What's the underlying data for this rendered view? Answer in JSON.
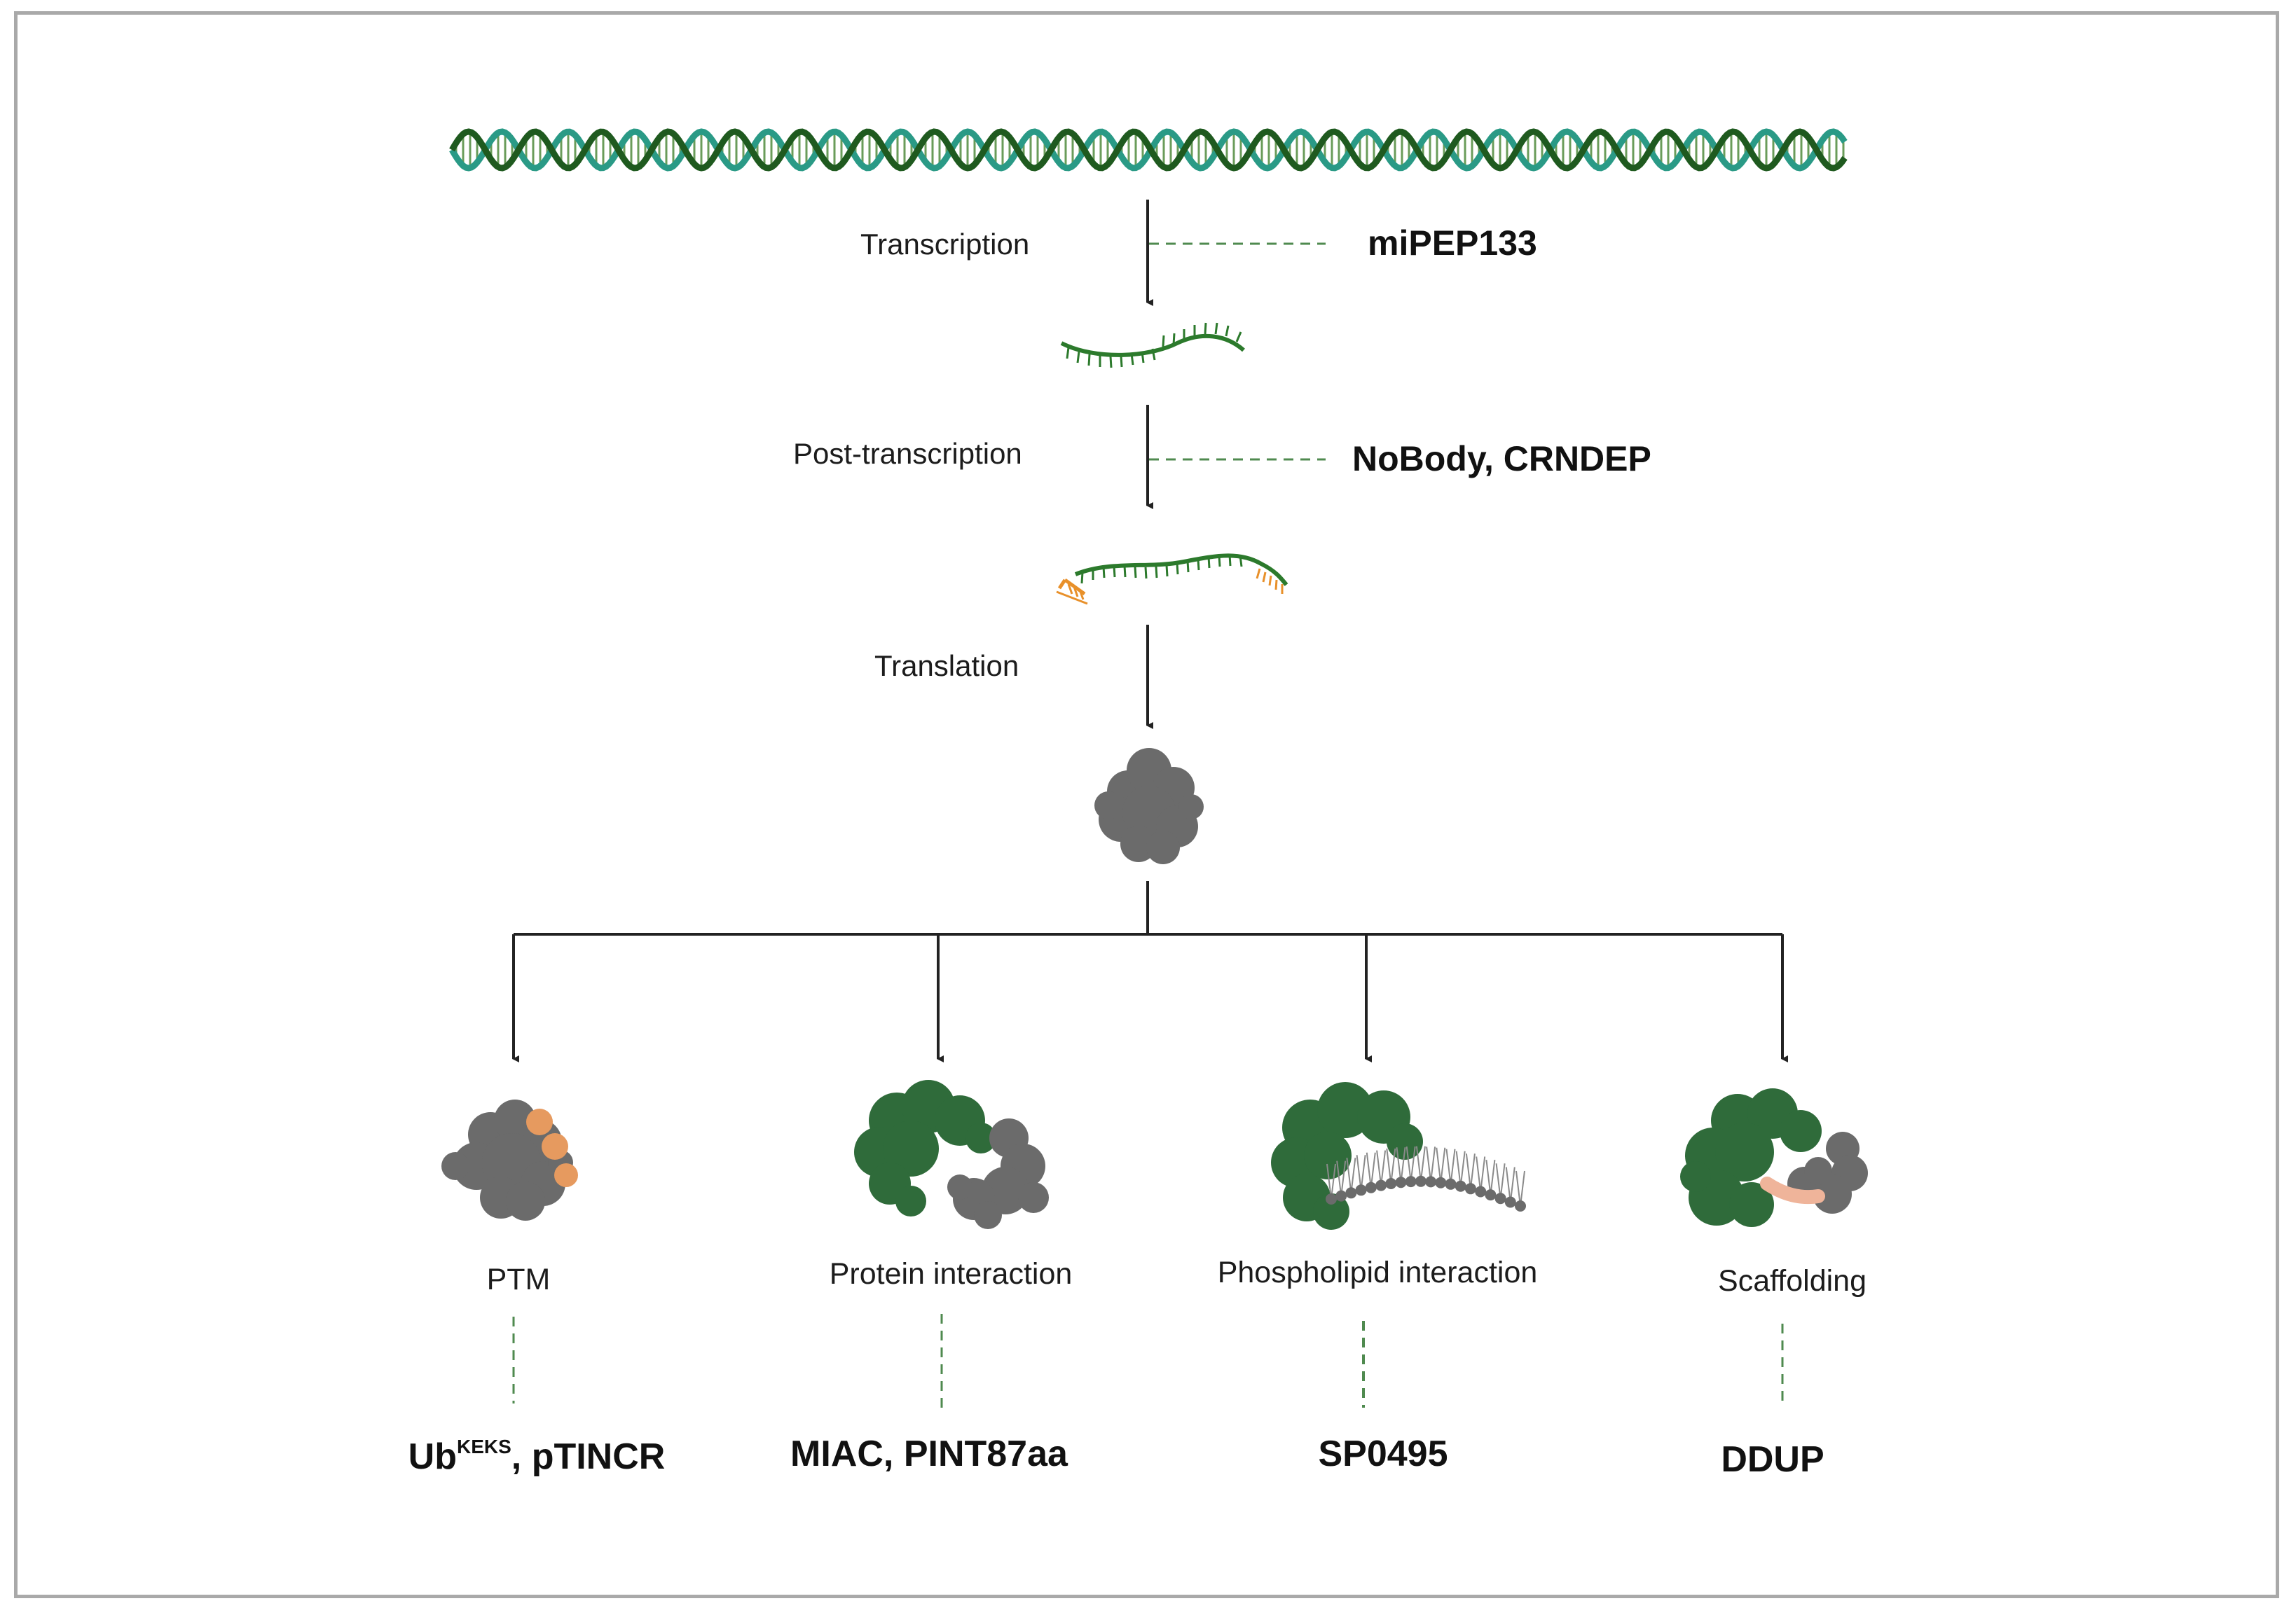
{
  "steps": {
    "transcription": "Transcription",
    "post_transcription": "Post-transcription",
    "translation": "Translation"
  },
  "examples_regulation": {
    "transcription": "miPEP133",
    "post_transcription": "NoBody, CRNDEP"
  },
  "functions": [
    {
      "label": "PTM",
      "ex_base": "Ub",
      "ex_sup": "KEKS",
      "ex_rest": ", pTINCR"
    },
    {
      "label": "Protein interaction",
      "examples": "MIAC, PINT87aa"
    },
    {
      "label": "Phospholipid interaction",
      "examples": "SP0495"
    },
    {
      "label": "Scaffolding",
      "examples": "DDUP"
    }
  ],
  "colors": {
    "dna_dark": "#1f5a1f",
    "dna_teal": "#2a9a86",
    "rna_green": "#2c7a2c",
    "cap_orange": "#e8902a",
    "protein_gray": "#6b6b6b",
    "protein_green": "#2f6b3a",
    "ptm_orange": "#e69a5f",
    "peptide_pink": "#efb49a",
    "dashed_green": "#4f8a4f",
    "frame": "#a9a9a9"
  },
  "icons": [
    "dna-helix-icon",
    "mrna-icon",
    "capped-mrna-icon",
    "protein-icon",
    "ptm-protein-icon",
    "protein-complex-icon",
    "phospholipid-protein-icon",
    "scaffold-protein-icon"
  ]
}
